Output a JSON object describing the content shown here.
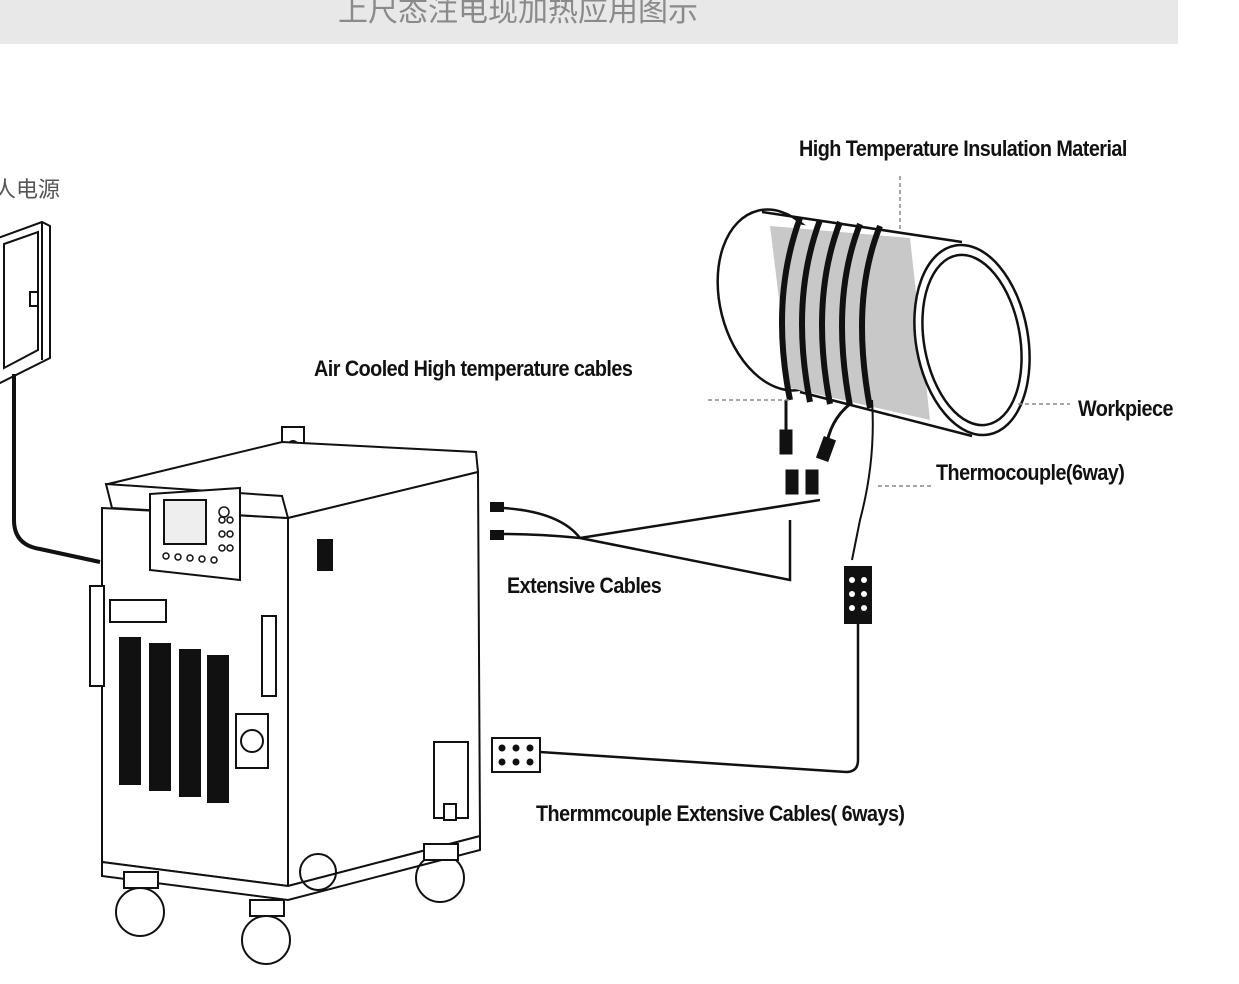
{
  "banner": {
    "text": "上尺态注电现加热应用图示"
  },
  "labels": {
    "power_input": "人电源",
    "insulation": "High Temperature Insulation Material",
    "air_cables": "Air Cooled High temperature cables",
    "workpiece": "Workpiece",
    "thermocouple": "Thermocouple(6way)",
    "extensive_cables": "Extensive Cables",
    "thermo_ext_cables": "Thermmcouple Extensive Cables( 6ways)"
  },
  "colors": {
    "line": "#111111",
    "insulation_band": "#c8c8c8",
    "banner_bg": "#e8e8e8"
  }
}
